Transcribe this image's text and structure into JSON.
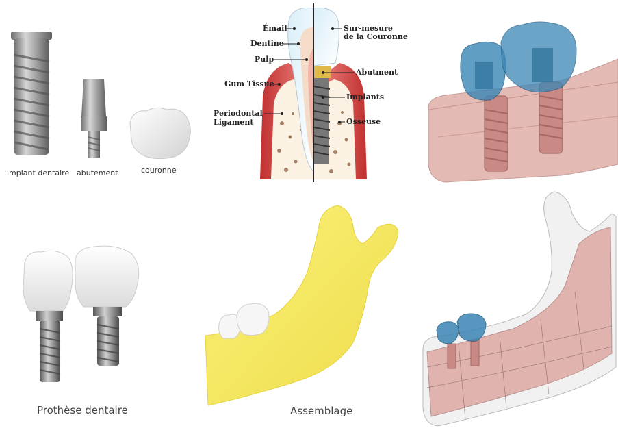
{
  "captions": {
    "implant": "implant dentaire",
    "abutment": "abutement",
    "crown": "couronne",
    "prosthesis": "Prothèse dentaire",
    "assembly": "Assemblage"
  },
  "anatomy_labels": {
    "email": "Émail",
    "dentine": "Dentine",
    "pulp": "Pulp",
    "gum": "Gum Tissue",
    "periodontal_1": "Periodontal",
    "periodontal_2": "Ligament",
    "sur_mesure_1": "Sur-mesure",
    "sur_mesure_2": "de la Couronne",
    "abutment": "Abutment",
    "implants": "Implants",
    "osseuse": "Osseuse"
  },
  "colors": {
    "titanium": "#9a9a9a",
    "crown_white": "#f2f2f2",
    "gum_red": "#d9484a",
    "bone_yellow": "#f5e86a",
    "translucent_blue": "#3a86b5",
    "translucent_pink": "#d99a94"
  }
}
